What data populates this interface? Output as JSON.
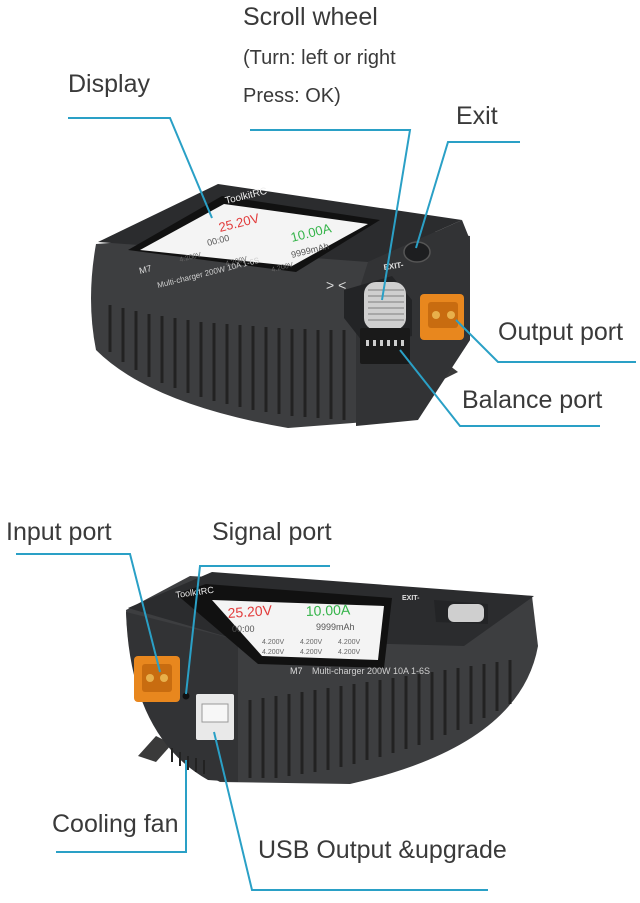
{
  "callouts": {
    "scroll_wheel": {
      "title": "Scroll wheel",
      "line1": "(Turn: left or right",
      "line2": "Press: OK)"
    },
    "display": "Display",
    "exit": "Exit",
    "output_port": "Output port",
    "balance_port": "Balance port",
    "input_port": "Input port",
    "signal_port": "Signal port",
    "cooling_fan": "Cooling fan",
    "usb_output": "USB Output &upgrade"
  },
  "device": {
    "brand": "ToolkitRC",
    "model_badge": "M7",
    "model_text": "Multi-charger 200W 10A 1-6S",
    "exit_label": "EXIT-",
    "screen": {
      "voltage": "25.20V",
      "current": "10.00A",
      "time": "00:00",
      "capacity": "9999mAh",
      "cells": [
        "4.200V",
        "4.200V",
        "4.200V",
        "4.200V",
        "4.200V",
        "4.200V"
      ]
    }
  },
  "colors": {
    "leader_line": "#2aa0c6",
    "body": "#3b3c3e",
    "body_dark": "#2a2b2d",
    "port": "#e8871e",
    "screen_red": "#e23b3b",
    "screen_green": "#35b44a"
  }
}
